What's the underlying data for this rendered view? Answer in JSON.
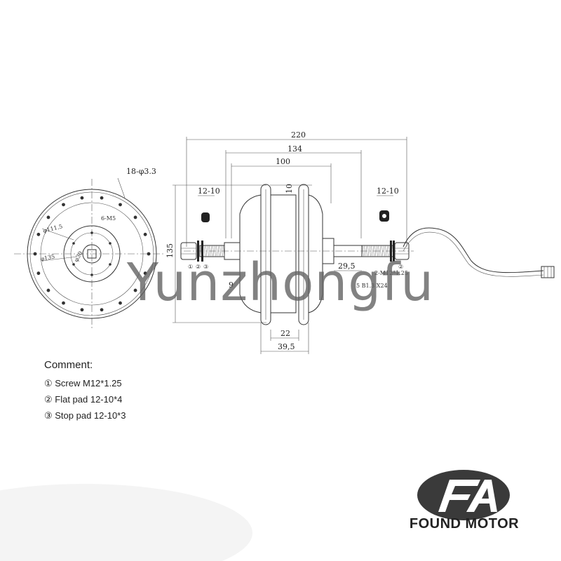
{
  "drawing": {
    "front_view": {
      "holes_label": "18-φ3.3",
      "tap_label": "6-M5",
      "d1_label": "φ111.5",
      "d2_label": "φ135",
      "d3_label": "φ30"
    },
    "side_view": {
      "dim_220": "220",
      "dim_134": "134",
      "dim_100": "100",
      "dim_10": "10",
      "nut_left": "12-10",
      "nut_right": "12-10",
      "dim_135": "135",
      "dim_29_5": "29,5",
      "dim_9": "9",
      "thread_label": "2-M12*1.25",
      "bearing_label": "5 B1.3 X24",
      "dim_22": "22",
      "dim_39_5": "39,5",
      "callout_1": "①",
      "callout_2": "②",
      "callout_3": "③"
    }
  },
  "comment": {
    "title": "Comment:",
    "items": [
      "① Screw M12*1.25",
      "② Flat pad 12-10*4",
      "③ Stop pad 12-10*3"
    ]
  },
  "watermark": "Yunzhongfu",
  "brand": {
    "name": "FOUND MOTOR",
    "logo_text": "FA"
  }
}
